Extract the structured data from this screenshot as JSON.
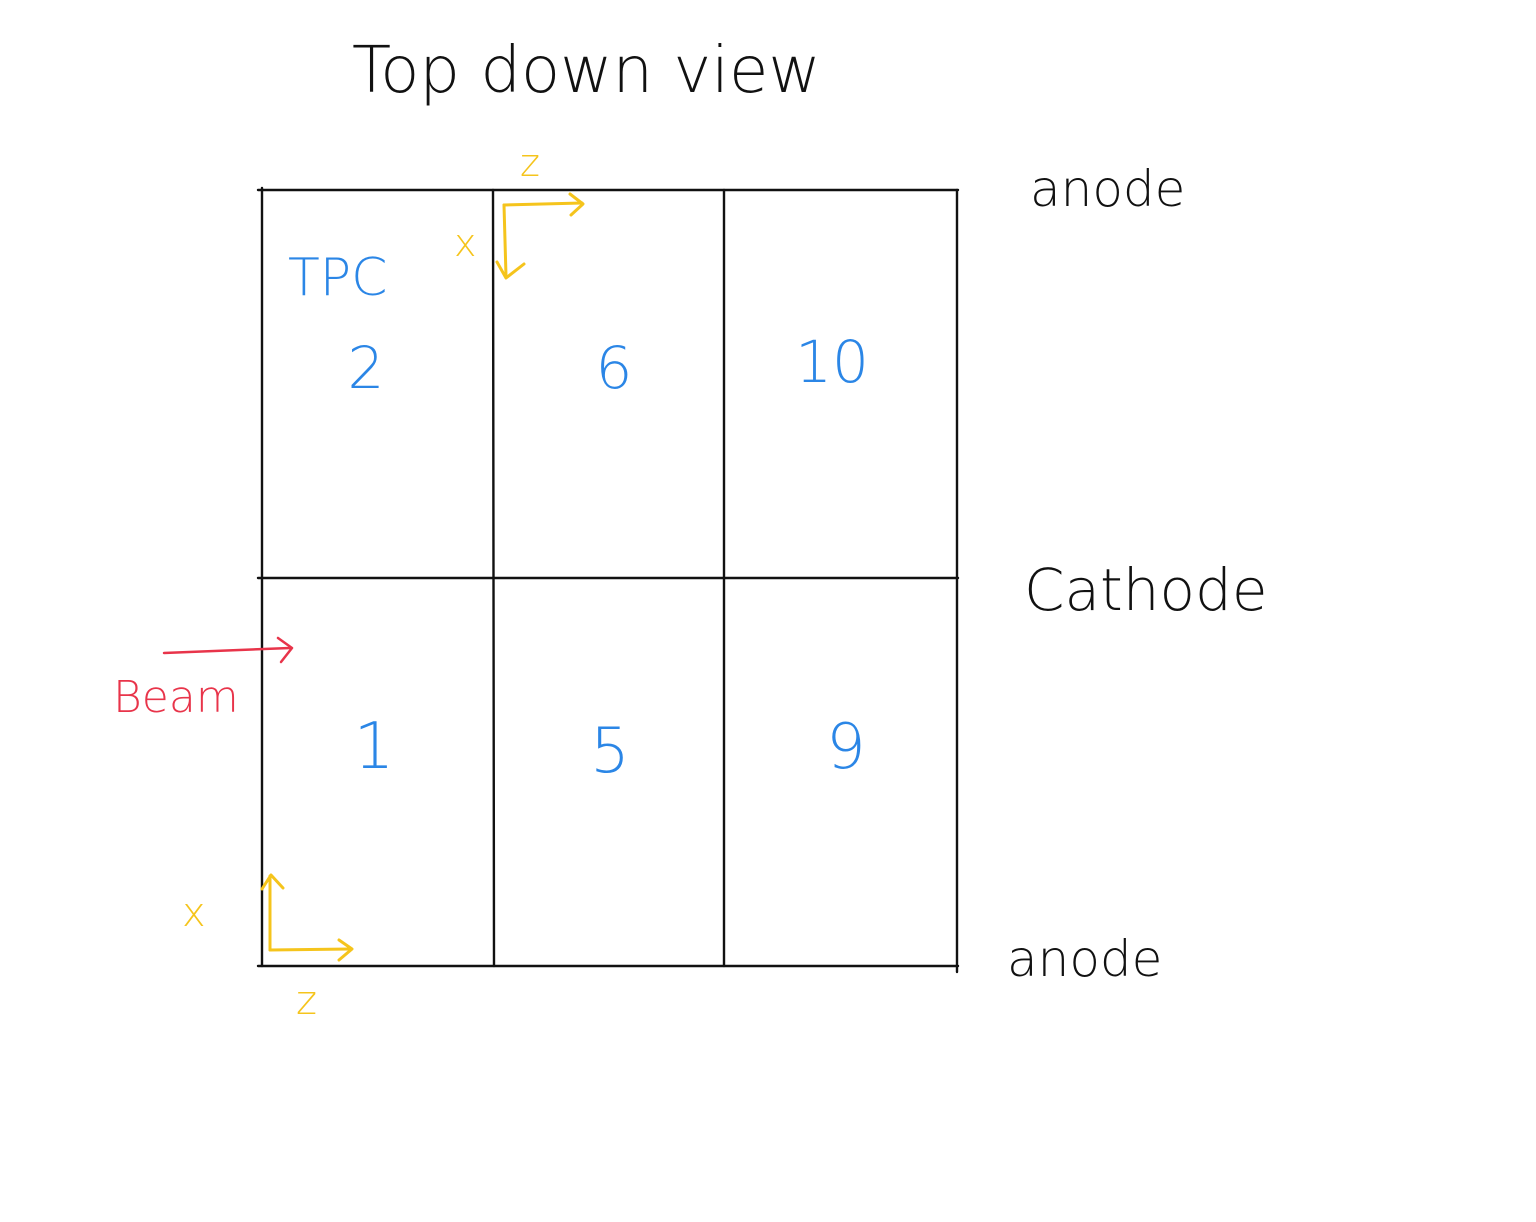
{
  "title": "Top down view",
  "labels": {
    "anode_top": "anode",
    "cathode": "Cathode",
    "anode_bottom": "anode",
    "tpc": "TPC",
    "beam": "Beam"
  },
  "tpc_numbers": {
    "top_row": [
      "2",
      "6",
      "10"
    ],
    "bottom_row": [
      "1",
      "5",
      "9"
    ]
  },
  "axes": {
    "top": {
      "z": "z",
      "x": "x"
    },
    "bottom": {
      "z": "z",
      "x": "x"
    }
  },
  "colors": {
    "lines": "#111111",
    "tpc_numbers": "#2b86e6",
    "beam": "#e8344a",
    "axes": "#f5c41c"
  }
}
